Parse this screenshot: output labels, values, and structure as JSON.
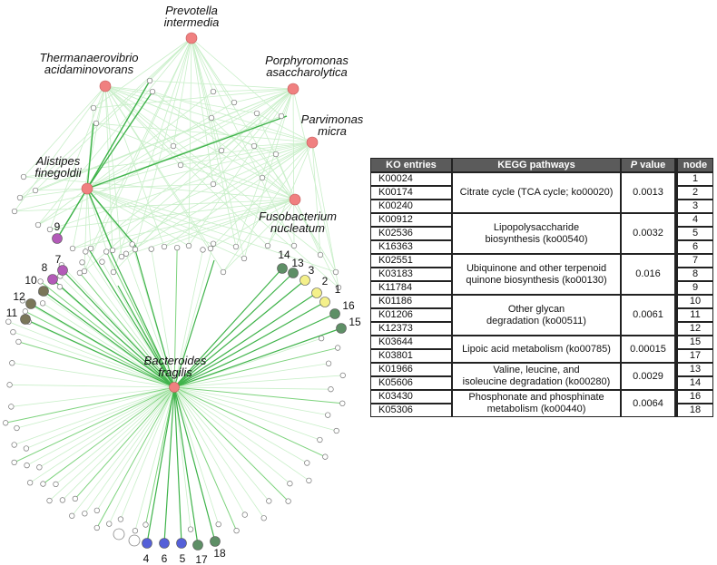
{
  "network": {
    "species": [
      {
        "id": "prevotella",
        "line1": "Prevotella",
        "line2": "intermedia"
      },
      {
        "id": "thermanaerovibrio",
        "line1": "Thermanaerovibrio",
        "line2": "acidaminovorans"
      },
      {
        "id": "porphyromonas",
        "line1": "Porphyromonas",
        "line2": "asaccharolytica"
      },
      {
        "id": "parvimonas",
        "line1": "Parvimonas",
        "line2": "micra"
      },
      {
        "id": "alistipes",
        "line1": "Alistipes",
        "line2": "finegoldii"
      },
      {
        "id": "fusobacterium",
        "line1": "Fusobacterium",
        "line2": "nucleatum"
      },
      {
        "id": "bacteroides",
        "line1": "Bacteroides",
        "line2": "fragilis"
      }
    ],
    "ko_nodes": [
      {
        "num": "1",
        "color": "#f4f08a"
      },
      {
        "num": "2",
        "color": "#f4f08a"
      },
      {
        "num": "3",
        "color": "#f4f08a"
      },
      {
        "num": "4",
        "color": "#5560d8"
      },
      {
        "num": "5",
        "color": "#5560d8"
      },
      {
        "num": "6",
        "color": "#5560d8"
      },
      {
        "num": "7",
        "color": "#b35ab8"
      },
      {
        "num": "8",
        "color": "#b35ab8"
      },
      {
        "num": "9",
        "color": "#b35ab8"
      },
      {
        "num": "10",
        "color": "#7a7659"
      },
      {
        "num": "11",
        "color": "#7a7659"
      },
      {
        "num": "12",
        "color": "#7a7659"
      },
      {
        "num": "13",
        "color": "#5e8f66"
      },
      {
        "num": "14",
        "color": "#5e8f66"
      },
      {
        "num": "15",
        "color": "#5e8f66"
      },
      {
        "num": "16",
        "color": "#5e8f66"
      },
      {
        "num": "17",
        "color": "#5e8f66"
      },
      {
        "num": "18",
        "color": "#5e8f66"
      }
    ],
    "colors": {
      "species_node": "#f08080",
      "edge_light": "#c9efc9",
      "edge_strong": "#3fb34a",
      "edge_medium": "#7dd37d",
      "plain_node_fill": "#ffffff",
      "plain_node_stroke": "#777777"
    }
  },
  "table": {
    "headers": {
      "ko": "KO entries",
      "kegg": "KEGG pathways",
      "p_italic": "P",
      "p_rest": " value",
      "node": "node"
    },
    "header_bg": "#5b5b5b",
    "groups": [
      {
        "pathway_lines": [
          "Citrate cycle (TCA cycle; ko00020)"
        ],
        "p": "0.0013",
        "rows": [
          {
            "ko": "K00024",
            "node": "1"
          },
          {
            "ko": "K00174",
            "node": "2"
          },
          {
            "ko": "K00240",
            "node": "3"
          }
        ]
      },
      {
        "pathway_lines": [
          "Lipopolysaccharide",
          "biosynthesis (ko00540)"
        ],
        "p": "0.0032",
        "rows": [
          {
            "ko": "K00912",
            "node": "4"
          },
          {
            "ko": "K02536",
            "node": "5"
          },
          {
            "ko": "K16363",
            "node": "6"
          }
        ]
      },
      {
        "pathway_lines": [
          "Ubiquinone and other terpenoid",
          "quinone biosynthesis (ko00130)"
        ],
        "p": "0.016",
        "rows": [
          {
            "ko": "K02551",
            "node": "7"
          },
          {
            "ko": "K03183",
            "node": "8"
          },
          {
            "ko": "K11784",
            "node": "9"
          }
        ]
      },
      {
        "pathway_lines": [
          "Other glycan",
          "degradation (ko00511)"
        ],
        "p": "0.0061",
        "rows": [
          {
            "ko": "K01186",
            "node": "10"
          },
          {
            "ko": "K01206",
            "node": "11"
          },
          {
            "ko": "K12373",
            "node": "12"
          }
        ]
      },
      {
        "pathway_lines": [
          "Lipoic acid metabolism (ko00785)"
        ],
        "p": "0.00015",
        "rows": [
          {
            "ko": "K03644",
            "node": "15"
          },
          {
            "ko": "K03801",
            "node": "17"
          }
        ]
      },
      {
        "pathway_lines": [
          "Valine, leucine, and",
          "isoleucine degradation (ko00280)"
        ],
        "p": "0.0029",
        "rows": [
          {
            "ko": "K01966",
            "node": "13"
          },
          {
            "ko": "K05606",
            "node": "14"
          }
        ]
      },
      {
        "pathway_lines": [
          "Phosphonate and phosphinate",
          "metabolism (ko00440)"
        ],
        "p": "0.0064",
        "rows": [
          {
            "ko": "K03430",
            "node": "16"
          },
          {
            "ko": "K05306",
            "node": "18"
          }
        ]
      }
    ]
  }
}
